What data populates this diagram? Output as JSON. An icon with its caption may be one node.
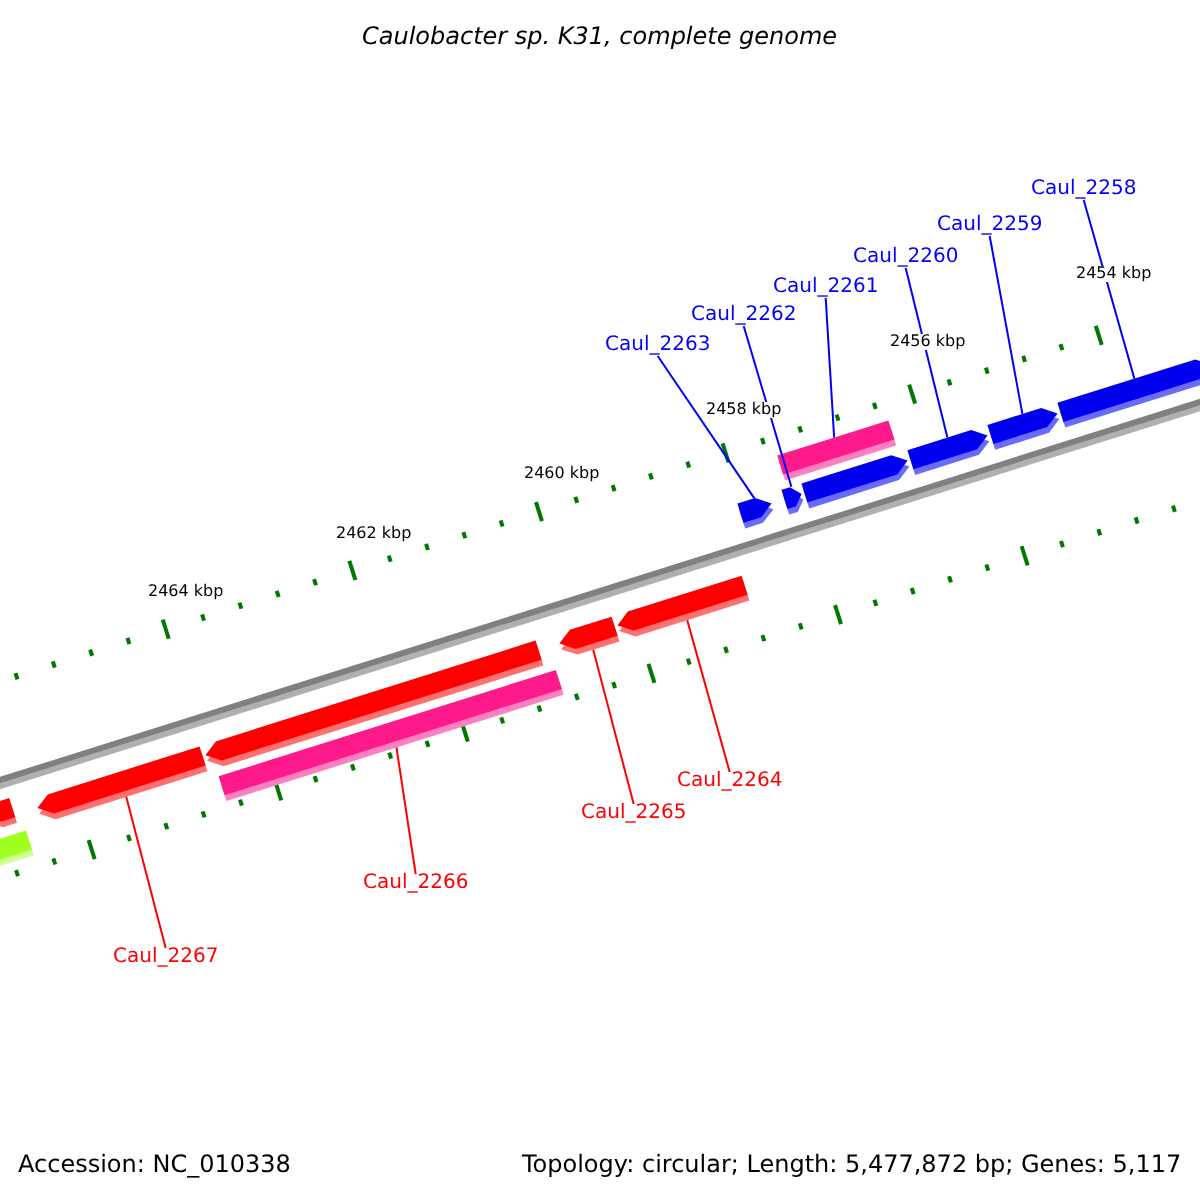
{
  "diagram": {
    "title": "Caulobacter sp. K31, complete genome",
    "nodes": [
      {
        "text": [
          "Caul_2258"
        ]
      },
      {
        "text": [
          "Caul_2259"
        ]
      },
      {
        "text": [
          "Caul_2260"
        ]
      },
      {
        "text": [
          "Caul_2261"
        ]
      },
      {
        "text": [
          "Caul_2262"
        ]
      },
      {
        "text": [
          "Caul_2263"
        ]
      },
      {
        "text": [
          "Caul_2264"
        ]
      },
      {
        "text": [
          "Caul_2265"
        ]
      },
      {
        "text": [
          "Caul_2266"
        ]
      },
      {
        "text": [
          "Caul_2267"
        ]
      },
      {
        "text": [],
        "shape": "arrow"
      },
      {
        "text": [],
        "shape": "arrow"
      },
      {
        "text": [],
        "shape": "arrow"
      },
      {
        "text": [],
        "shape": "bar"
      },
      {
        "text": [],
        "shape": "arrow"
      },
      {
        "text": [],
        "shape": "arrow"
      },
      {
        "text": [],
        "shape": "arrow"
      },
      {
        "text": [],
        "shape": "arrow"
      },
      {
        "text": [],
        "shape": "bar"
      },
      {
        "text": [],
        "shape": "arrow"
      }
    ],
    "edges": [
      {
        "from": 0,
        "to": 10,
        "arrow": "none"
      },
      {
        "from": 1,
        "to": 11,
        "arrow": "none"
      },
      {
        "from": 2,
        "to": 12,
        "arrow": "none"
      },
      {
        "from": 3,
        "to": 13,
        "arrow": "none"
      },
      {
        "from": 4,
        "to": 14,
        "arrow": "none"
      },
      {
        "from": 5,
        "to": 15,
        "arrow": "none"
      },
      {
        "from": 6,
        "to": 16,
        "arrow": "none",
        "color": "#ff0000"
      },
      {
        "from": 7,
        "to": 17,
        "arrow": "none",
        "color": "#ff0000"
      },
      {
        "from": 8,
        "to": 18,
        "arrow": "none",
        "color": "#ff0000"
      },
      {
        "from": 9,
        "to": 19,
        "arrow": "none",
        "color": "#ff0000"
      }
    ],
    "labels": [
      "2454 kbp",
      "2456 kbp",
      "2458 kbp",
      "2460 kbp",
      "2462 kbp",
      "2464 kbp",
      "Accession: NC_010338",
      "Topology: circular; Length: 5,477,872 bp; Genes: 5,117"
    ]
  }
}
